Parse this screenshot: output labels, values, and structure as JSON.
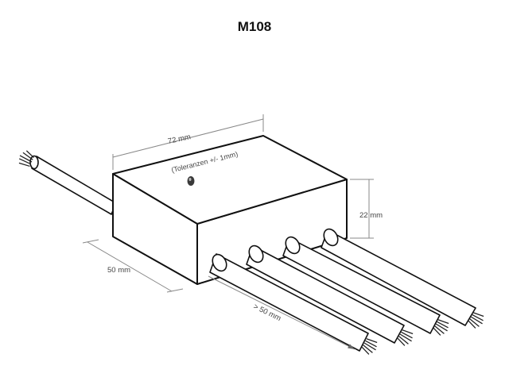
{
  "title": "M108",
  "dimensions": {
    "length": "72 mm",
    "tolerance": "(Toleranzen +/- 1mm)",
    "height": "22 mm",
    "depth": "50 mm",
    "cable_length": "> 50 mm"
  },
  "colors": {
    "outline": "#111111",
    "dimension_line": "#888888",
    "fill": "#ffffff"
  }
}
